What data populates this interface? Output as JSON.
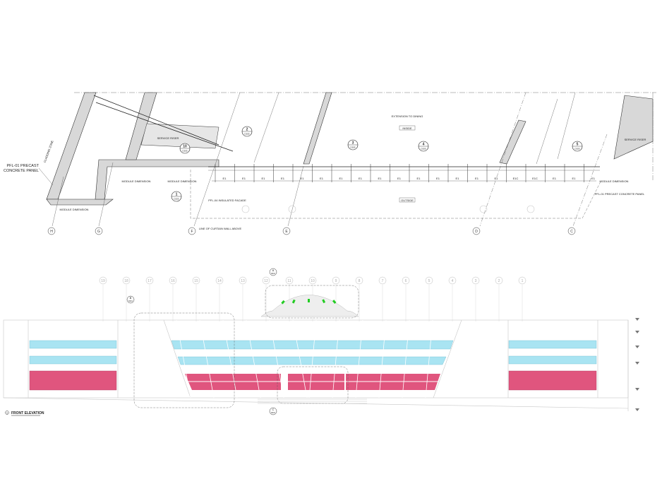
{
  "plan": {
    "grid_bubbles": [
      "H",
      "G",
      "F",
      "E",
      "D",
      "C"
    ],
    "callouts": [
      {
        "num": "2",
        "sheet": "D205"
      },
      {
        "num": "10",
        "sheet": "D205"
      },
      {
        "num": "1",
        "sheet": "D205"
      },
      {
        "num": "3",
        "sheet": "D205"
      },
      {
        "num": "4",
        "sheet": "D205"
      },
      {
        "num": "5",
        "sheet": "D205"
      }
    ],
    "labels": {
      "extension": "EXTENSION TO DINING",
      "inside": "INSIDE",
      "outside": "OUTSIDE",
      "service_riser_left": "SERVICE RISER",
      "service_riser_right": "SERVICE RISER",
      "precast_left": "PFL-01 PRECAST CONCRETE PANEL",
      "precast_right": "PFL-01 PRECAST CONCRETE PANEL",
      "insulated": "PFL-04 INSULATED FACADE",
      "curtain_wall": "LINE OF CURTAIN WALL ABOVE",
      "module_dim_left": "MODULE DIMENSION",
      "module_dim_right": "MODULE DIMENSION",
      "module_dim_mid1": "MODULE DIMENSION",
      "module_dim_mid2": "MODULE DIMENSION",
      "cladding_zone": "CLADDING ZONE"
    },
    "module_marks": [
      "E1",
      "E1",
      "E1",
      "E1",
      "E1",
      "E1",
      "E1",
      "E1",
      "E1",
      "E1",
      "E1",
      "E1",
      "E1",
      "E1",
      "E1",
      "E1C",
      "E1C",
      "E1",
      "E1",
      "E1"
    ]
  },
  "elevation": {
    "title": "FRONT ELEVATION",
    "title_num": "1",
    "grid_numbers": [
      "19",
      "18",
      "17",
      "16",
      "15",
      "14",
      "13",
      "12",
      "11",
      "10",
      "9",
      "8",
      "7",
      "6",
      "5",
      "4",
      "3",
      "2",
      "1"
    ],
    "callouts": [
      {
        "num": "A",
        "sheet": "D301"
      },
      {
        "num": "B",
        "sheet": "D301"
      },
      {
        "num": "C",
        "sheet": "D301"
      }
    ]
  },
  "colors": {
    "glass": "#a9e4f2",
    "panel": "#e0557e",
    "accent": "#22cc22",
    "line": "#222222"
  }
}
